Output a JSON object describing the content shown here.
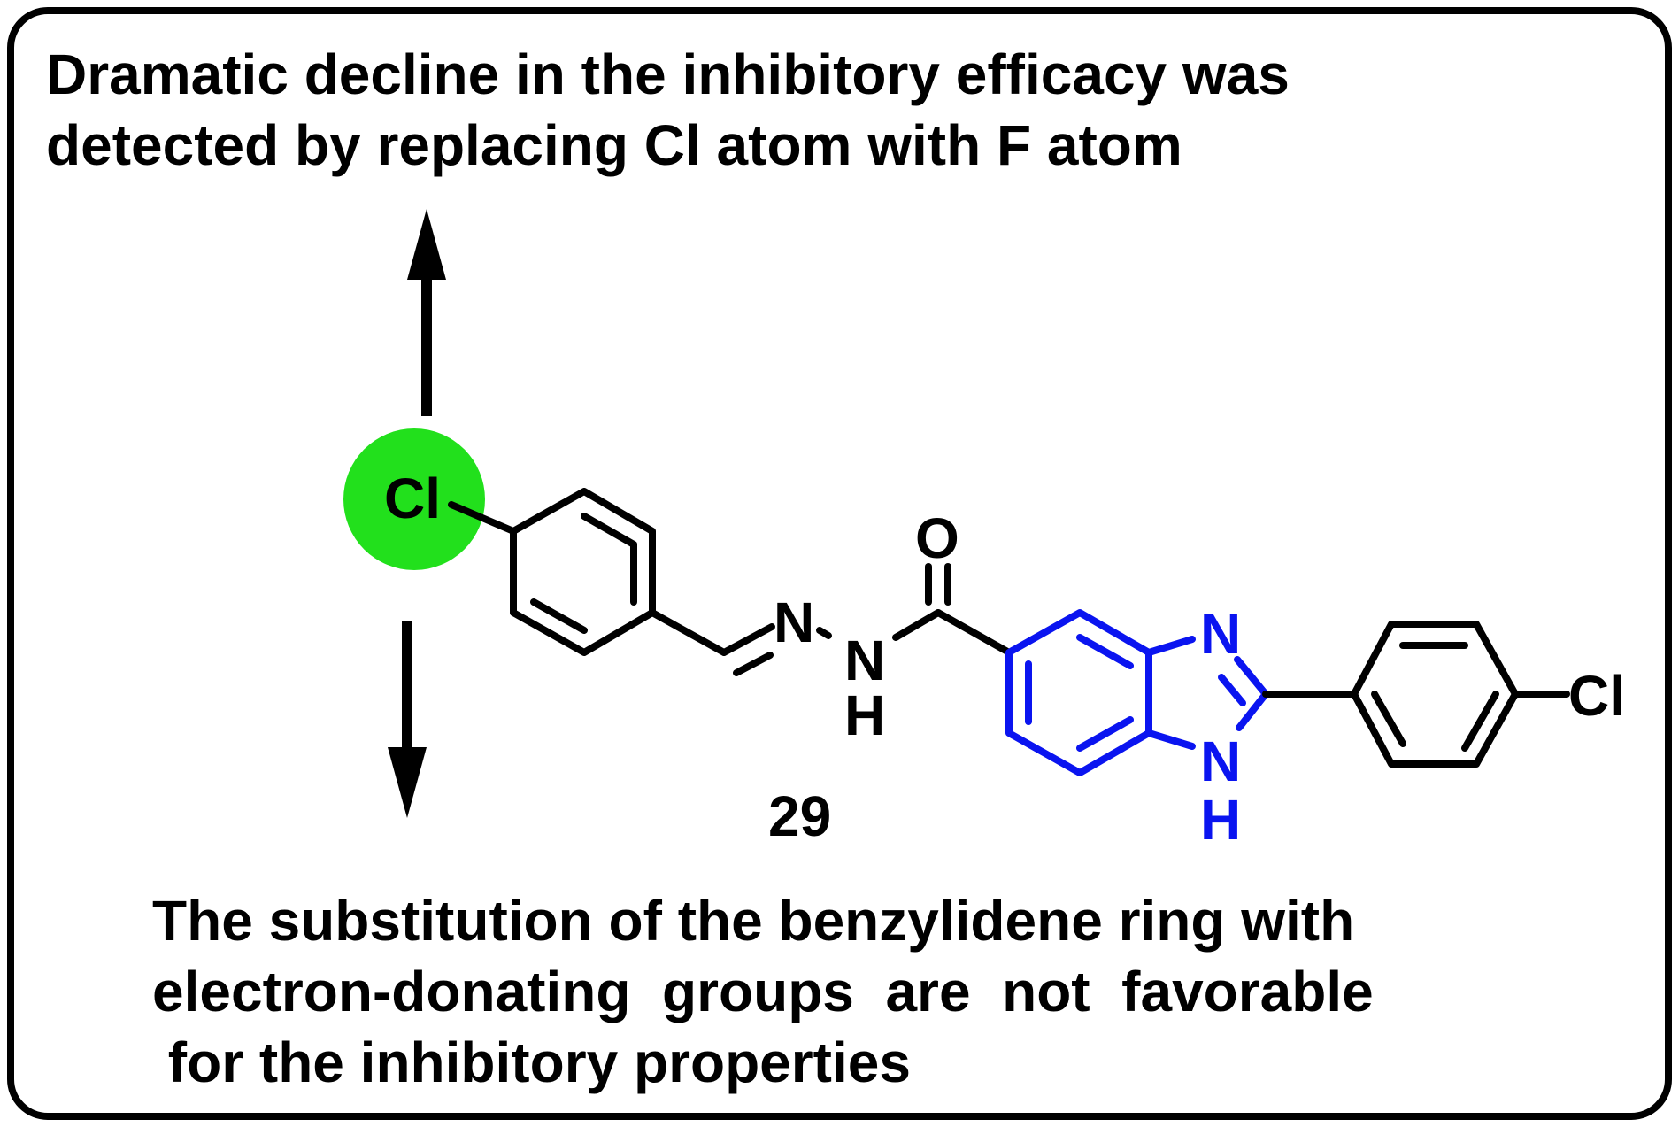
{
  "annotations": {
    "top_line1": "Dramatic decline in the inhibitory efficacy was",
    "top_line2": "detected by replacing Cl atom with F atom",
    "bottom_line1": "The substitution of the benzylidene ring with",
    "bottom_line2": "electron-donating  groups  are  not  favorable",
    "bottom_line3": " for the inhibitory properties"
  },
  "molecule": {
    "compound_number": "29",
    "atoms": {
      "cl_highlighted": "Cl",
      "cl_right": "Cl",
      "oxygen": "O",
      "imine_n": "N",
      "amide_n": "N",
      "amide_h": "H",
      "imidazole_n": "N",
      "imidazole_nh_n": "N",
      "imidazole_nh_h": "H"
    }
  },
  "colors": {
    "highlight": "#22e01c",
    "benzimidazole": "#0a14f0",
    "bonds": "#000000",
    "frame": "#000000"
  }
}
